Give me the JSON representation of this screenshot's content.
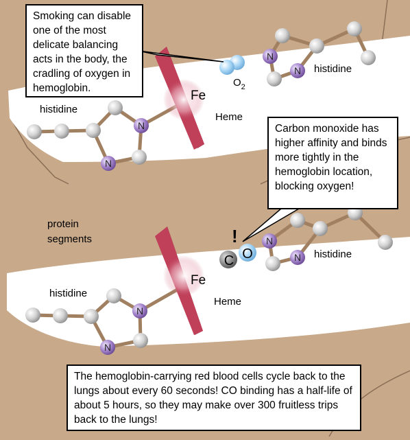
{
  "colors": {
    "background": "#c8a98a",
    "protein_region": "#ffffff",
    "heme": "#c0405a",
    "bond": "#a08060",
    "nitrogen_atom": "#9a78c0",
    "carbon_atom": "#cfcfcf",
    "oxygen_atom": "#9fd0f2",
    "co_carbon": "#8a8a8a"
  },
  "callouts": {
    "top": "Smoking can disable one of the most delicate balancing acts in the body, the cradling of oxygen in hemoglobin.",
    "middle": "Carbon monoxide has higher affinity and binds more tightly in the hemoglobin location, blocking oxygen!",
    "bottom": "The hemoglobin-carrying red blood cells cycle back to the lungs about every 60 seconds! CO binding has a half-life of about 5 hours, so they may make over 300 fruitless trips back to the lungs!"
  },
  "labels": {
    "histidine": "histidine",
    "fe": "Fe",
    "heme": "Heme",
    "o2_main": "O",
    "o2_sub": "2",
    "nitrogen": "N",
    "protein_segments_line1": "protein",
    "protein_segments_line2": "segments",
    "co_c": "C",
    "co_o": "O",
    "exclaim": "!"
  }
}
